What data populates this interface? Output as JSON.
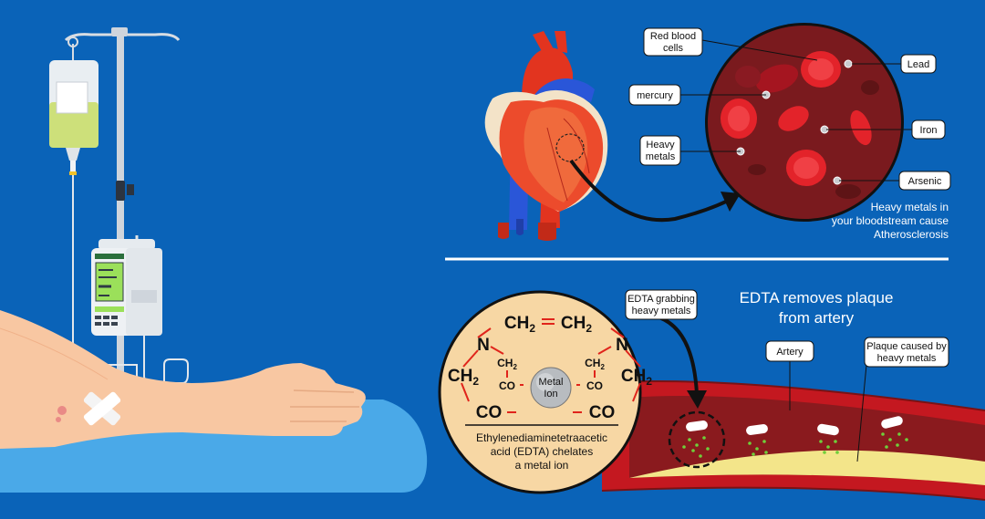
{
  "colors": {
    "background": "#0a63b8",
    "blood": "#c41820",
    "circle_bg": "#7a1a1e",
    "edta_circle": "#f7d7a4",
    "plaque": "#f3e58a",
    "bond_red": "#e0241b",
    "particle_green": "#6fcf3a"
  },
  "icons": [
    "iv-drip-bag-icon",
    "infusion-pump-icon",
    "arm-icon",
    "heart-icon",
    "blood-vessel-icon"
  ],
  "blood_panel": {
    "labels": {
      "red_blood_cells": [
        "Red blood",
        "cells"
      ],
      "lead": "Lead",
      "mercury": "mercury",
      "iron": "Iron",
      "heavy_metals": [
        "Heavy",
        "metals"
      ],
      "arsenic": "Arsenic"
    },
    "caption": [
      "Heavy metals in",
      "your bloodstream cause",
      "Atherosclerosis"
    ]
  },
  "edta_panel": {
    "title": [
      "EDTA removes plaque",
      "from artery"
    ],
    "grabbing_label": [
      "EDTA grabbing",
      "heavy metals"
    ],
    "artery_label": "Artery",
    "plaque_label": [
      "Plaque caused by",
      "heavy metals"
    ],
    "molecule": {
      "ch2": "CH",
      "sub2": "2",
      "n": "N",
      "co": "CO",
      "metal": "Metal",
      "ion": "Ion"
    },
    "caption": [
      "Ethylenediaminetetraacetic",
      "acid (EDTA) chelates",
      "a metal ion"
    ]
  }
}
